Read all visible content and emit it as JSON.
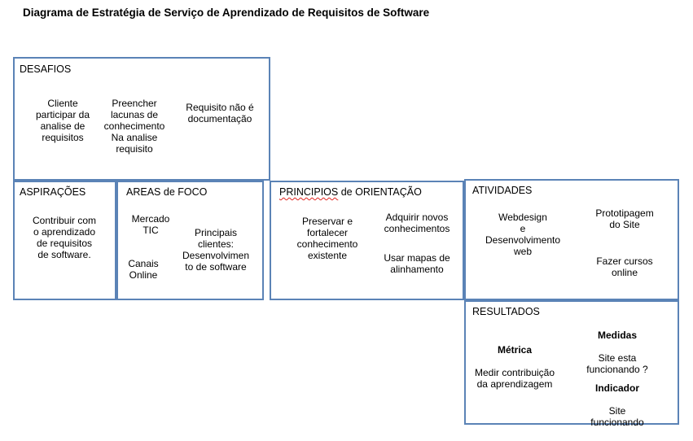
{
  "title": "Diagrama de Estratégia de Serviço de Aprendizado de Requisitos de Software",
  "colors": {
    "border": "#5b83b6",
    "spellcheck_underline": "#e0241f",
    "text": "#000000",
    "background": "#ffffff"
  },
  "desafios": {
    "label": "DESAFIOS",
    "items": [
      "Cliente\nparticipar da\nanalise de\nrequisitos",
      "Preencher\nlacunas de\nconhecimento\nNa analise\nrequisito",
      "Requisito não é\ndocumentação"
    ]
  },
  "aspiracoes": {
    "label": "ASPIRAÇÕES",
    "items": [
      "Contribuir com\no aprendizado\nde requisitos\nde software."
    ]
  },
  "areas": {
    "label_word": "AREAS",
    "label_rest": " de FOCO",
    "items": [
      "Mercado\nTIC",
      "Canais\nOnline",
      "Principais\nclientes:\nDesenvolvimen\nto de software"
    ]
  },
  "principios": {
    "label_misspelled": "PRINCIPIOS",
    "label_rest": " de ORIENTAÇÃO",
    "items": [
      "Preservar e\nfortalecer\nconhecimento\nexistente",
      "Adquirir novos\nconhecimentos",
      "Usar mapas de\nalinhamento"
    ]
  },
  "atividades": {
    "label": "ATIVIDADES",
    "items": [
      "Webdesign\ne\nDesenvolvimento\nweb",
      "Prototipagem\ndo Site",
      "Fazer cursos\nonline"
    ]
  },
  "resultados": {
    "label": "RESULTADOS",
    "items": [
      {
        "heading": "Métrica",
        "text": "Medir contribuição\nda aprendizagem"
      },
      {
        "heading": "Medidas",
        "text": "Site esta\nfuncionando ?"
      },
      {
        "heading": "Indicador",
        "text": "Site\nfuncionando"
      }
    ]
  }
}
